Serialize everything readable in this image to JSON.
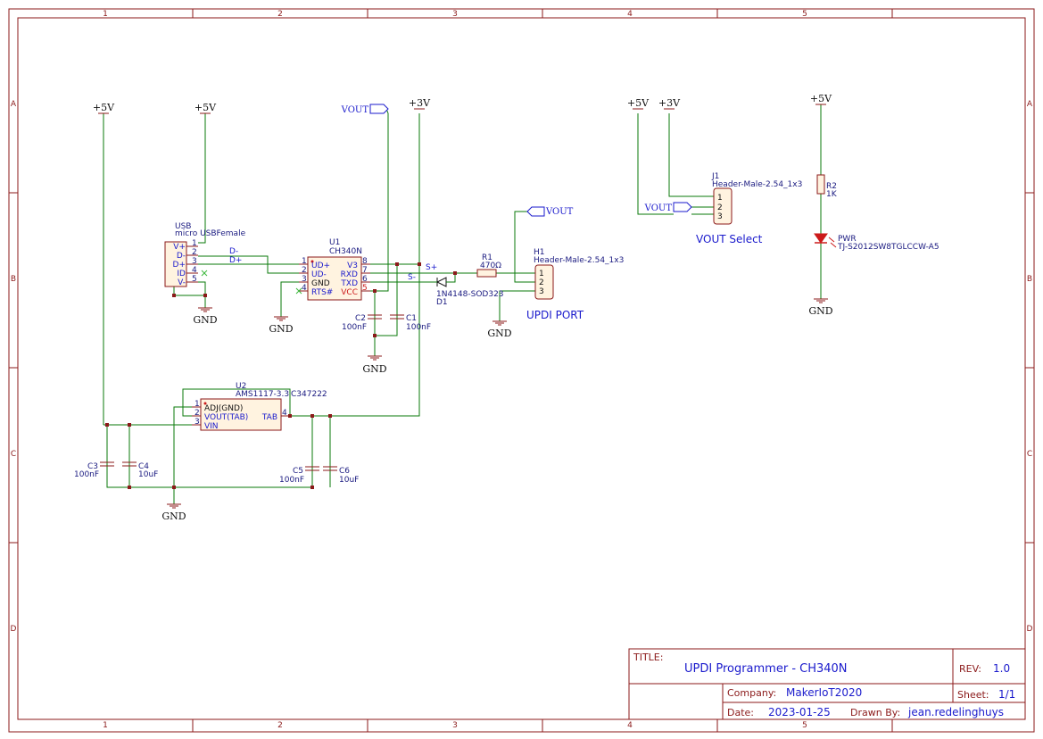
{
  "frame": {
    "columns": [
      "1",
      "2",
      "3",
      "4",
      "5"
    ],
    "rows": [
      "A",
      "B",
      "C",
      "D"
    ]
  },
  "power": {
    "p5v": "+5V",
    "p3v": "+3V",
    "gnd": "GND",
    "vout": "VOUT"
  },
  "usb": {
    "ref": "USB",
    "value": "micro USBFemale",
    "pins": [
      "V+",
      "D-",
      "D+",
      "ID",
      "V-"
    ],
    "pin_numbers": [
      "1",
      "2",
      "3",
      "4",
      "5"
    ]
  },
  "nets": {
    "dminus": "D-",
    "dplus": "D+",
    "splus": "S+",
    "sminus": "S-"
  },
  "u1": {
    "ref": "U1",
    "value": "CH340N",
    "left_pins": [
      "UD+",
      "UD-",
      "GND",
      "RTS#"
    ],
    "left_numbers": [
      "1",
      "2",
      "3",
      "4"
    ],
    "right_pins": [
      "V3",
      "RXD",
      "TXD",
      "VCC"
    ],
    "right_numbers": [
      "8",
      "7",
      "6",
      "5"
    ]
  },
  "c1": {
    "ref": "C1",
    "value": "100nF"
  },
  "c2": {
    "ref": "C2",
    "value": "100nF"
  },
  "c3": {
    "ref": "C3",
    "value": "100nF"
  },
  "c4": {
    "ref": "C4",
    "value": "10uF"
  },
  "c5": {
    "ref": "C5",
    "value": "100nF"
  },
  "c6": {
    "ref": "C6",
    "value": "10uF"
  },
  "r1": {
    "ref": "R1",
    "value": "470Ω"
  },
  "r2": {
    "ref": "R2",
    "value": "1K"
  },
  "d1": {
    "ref": "D1",
    "value": "1N4148-SOD323"
  },
  "pwr_led": {
    "ref": "PWR",
    "value": "TJ-S2012SW8TGLCCW-A5"
  },
  "h1": {
    "ref": "H1",
    "value": "Header-Male-2.54_1x3",
    "pins": [
      "1",
      "2",
      "3"
    ],
    "caption": "UPDI PORT"
  },
  "j1": {
    "ref": "J1",
    "value": "Header-Male-2.54_1x3",
    "pins": [
      "1",
      "2",
      "3"
    ],
    "caption": "VOUT Select"
  },
  "u2": {
    "ref": "U2",
    "value": "AMS1117-3.3",
    "lcsc": "C347222",
    "left_pins": [
      "ADJ(GND)",
      "VOUT(TAB)",
      "VIN"
    ],
    "left_numbers": [
      "1",
      "2",
      "3"
    ],
    "right_pin": "TAB",
    "right_number": "4"
  },
  "title_block": {
    "title_label": "TITLE:",
    "title": "UPDI Programmer - CH340N",
    "rev_label": "REV:",
    "rev": "1.0",
    "company_label": "Company:",
    "company": "MakerIoT2020",
    "sheet_label": "Sheet:",
    "sheet": "1/1",
    "date_label": "Date:",
    "date": "2023-01-25",
    "drawn_label": "Drawn By:",
    "drawn": "jean.redelinghuys"
  }
}
